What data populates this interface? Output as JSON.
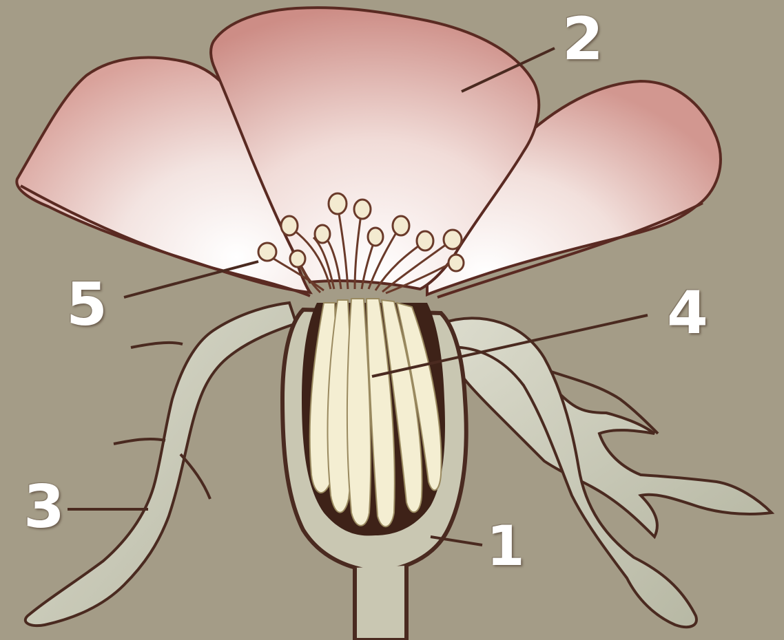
{
  "labels": {
    "receptacle": "1",
    "petal": "2",
    "sepal": "3",
    "pistils": "4",
    "stamen": "5"
  },
  "colors": {
    "background": "#a49c87",
    "petal_fill": "#f1d9d6",
    "petal_blush": "#cf8f88",
    "outline": "#5a2a22",
    "receptacle_fill": "#c9c7b2",
    "pistil_fill": "#f4eed2",
    "sepal_fill": "#c8cab8",
    "label_text": "#ffffff"
  }
}
